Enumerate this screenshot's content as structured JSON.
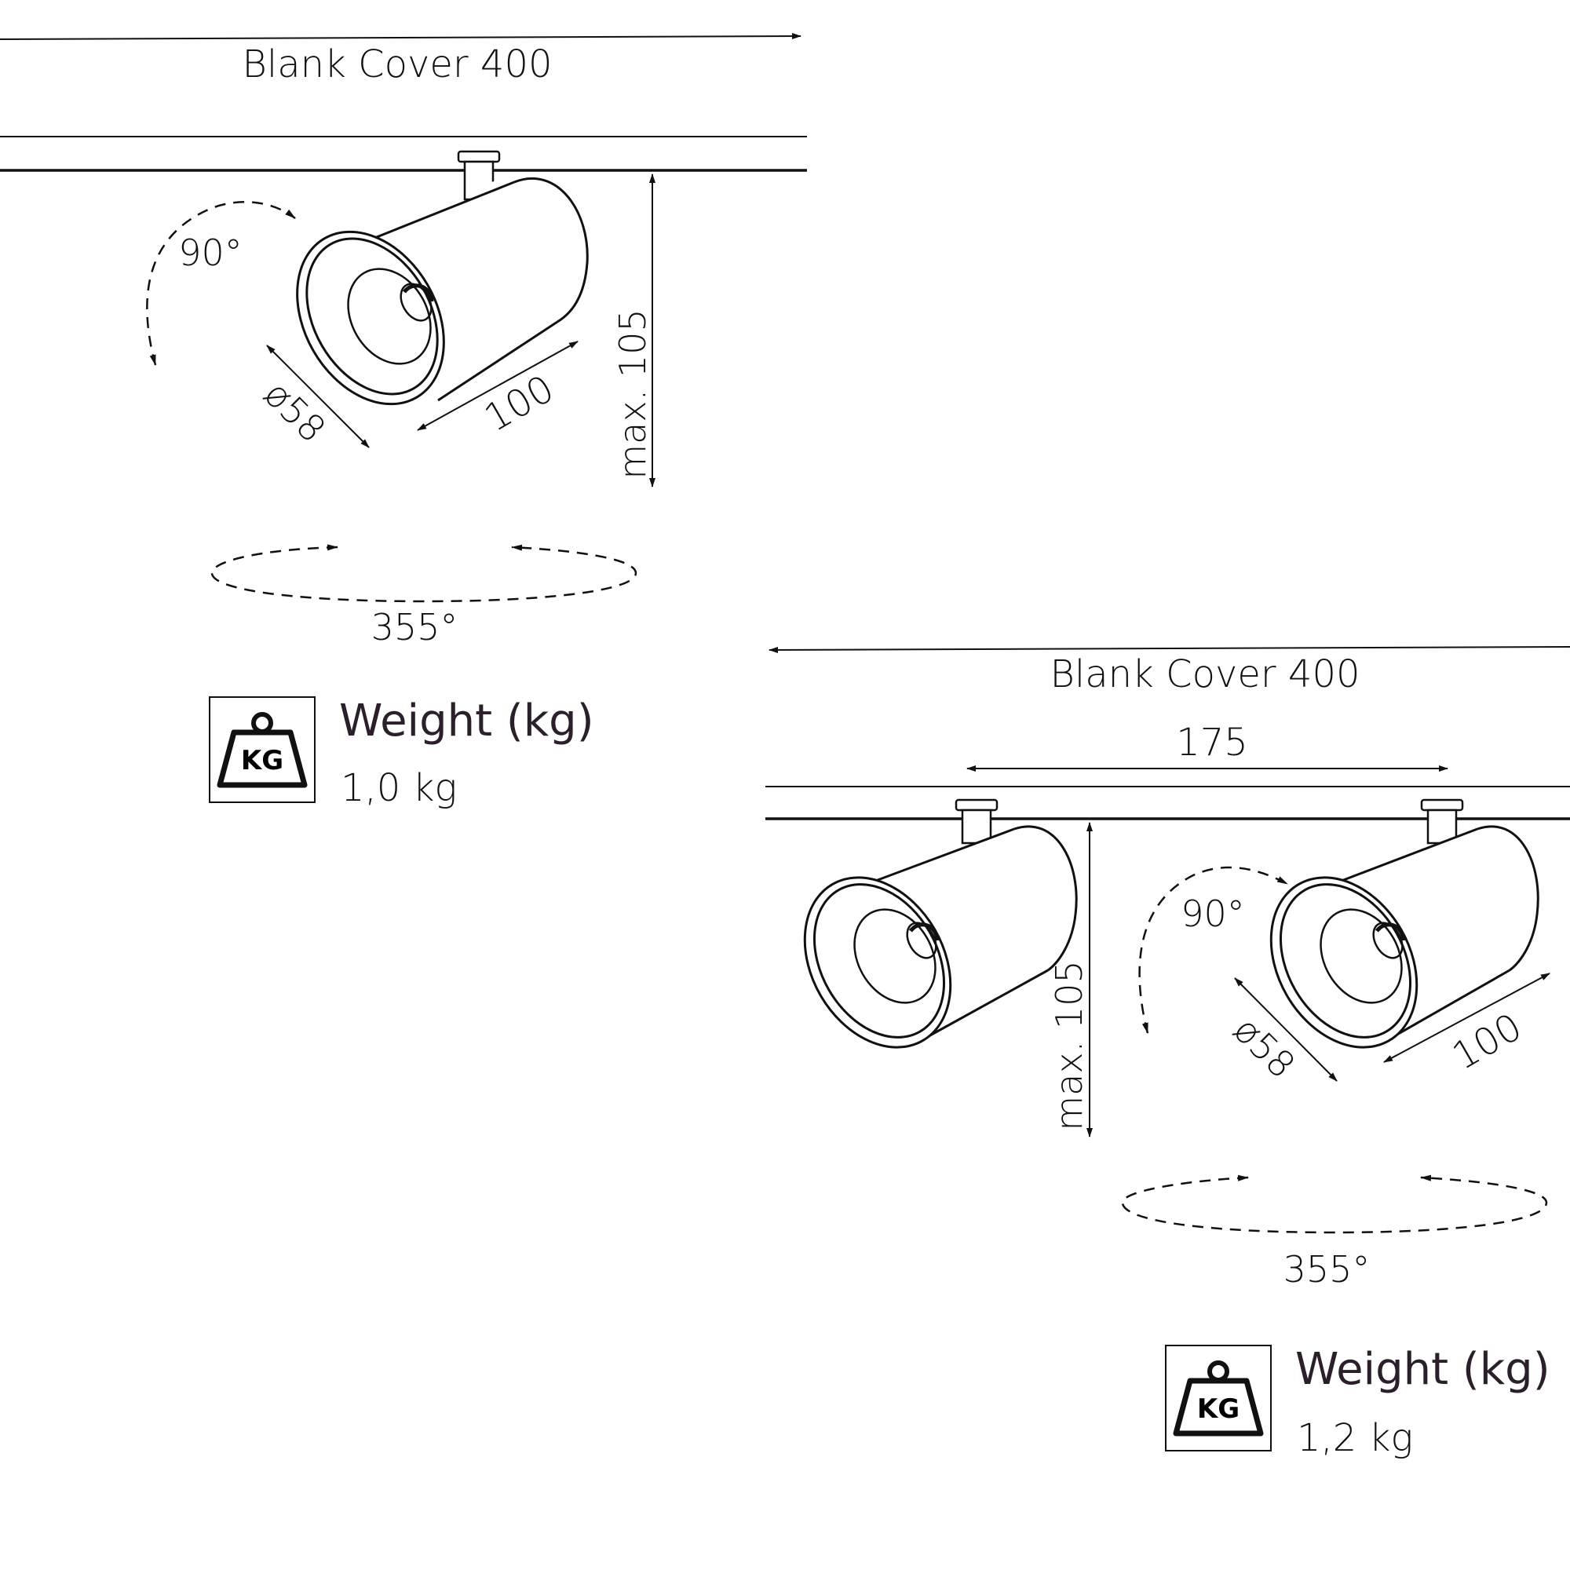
{
  "units": {
    "top": {
      "blank_cover_label": "Blank Cover 400",
      "tilt_angle": "90°",
      "rotation_angle": "355°",
      "diameter_label": "ø58",
      "length_label": "100",
      "height_label": "max. 105",
      "weight_title": "Weight (kg)",
      "weight_value": "1,0 kg",
      "weight_icon_text": "KG"
    },
    "bottom": {
      "blank_cover_label": "Blank Cover 400",
      "spacing_label": "175",
      "tilt_angle": "90°",
      "rotation_angle": "355°",
      "diameter_label": "ø58",
      "length_label": "100",
      "height_label": "max. 105",
      "weight_title": "Weight (kg)",
      "weight_value": "1,2 kg",
      "weight_icon_text": "KG"
    }
  },
  "colors": {
    "line": "#111111",
    "title": "#2a1f2a"
  }
}
